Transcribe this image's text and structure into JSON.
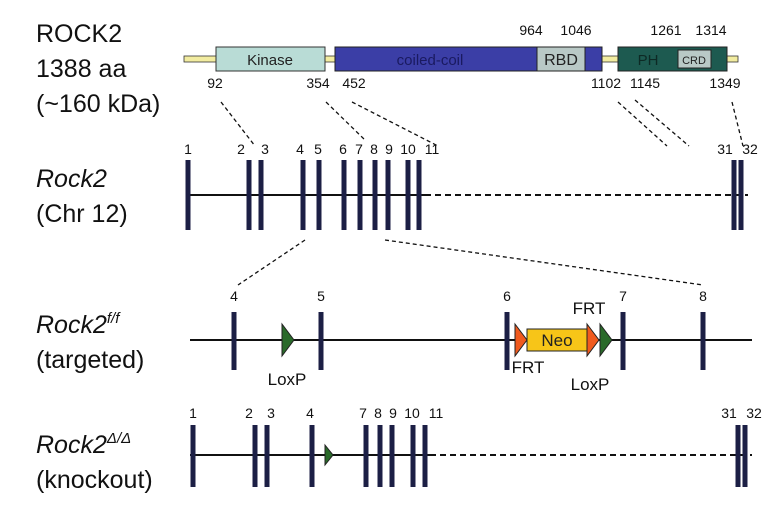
{
  "protein": {
    "name": "ROCK2",
    "length": "1388 aa",
    "mass": "(~160 kDa)",
    "domains": {
      "kinase": "Kinase",
      "coiled_coil": "coiled-coil",
      "rbd": "RBD",
      "ph": "PH",
      "crd": "CRD"
    },
    "positions_above": [
      "964",
      "1046",
      "1261",
      "1314"
    ],
    "positions_below": [
      "92",
      "354",
      "452",
      "1102",
      "1145",
      "1349"
    ],
    "colors": {
      "linker": "#f2eca0",
      "kinase": "#b9dcd6",
      "coiled_coil": "#3b3ea6",
      "rbd": "#b9c9c6",
      "ph": "#1d5a50",
      "crd": "#b9c9c6"
    }
  },
  "gene": {
    "name": "Rock2",
    "locus": "(Chr 12)",
    "exons": [
      "1",
      "2",
      "3",
      "4",
      "5",
      "6",
      "7",
      "8",
      "9",
      "10",
      "11",
      "31",
      "32"
    ]
  },
  "targeted": {
    "name": "Rock2",
    "superscript": "f/f",
    "desc": "(targeted)",
    "exons": [
      "4",
      "5",
      "6",
      "7",
      "8"
    ],
    "loxp1": "LoxP",
    "frt1": "FRT",
    "neo": "Neo",
    "frt2": "FRT",
    "loxp2": "LoxP",
    "colors": {
      "loxp": "#2a6a2a",
      "frt": "#f05a1e",
      "neo": "#f7c518"
    }
  },
  "knockout": {
    "name": "Rock2",
    "superscript": "Δ/Δ",
    "desc": "(knockout)",
    "exons": [
      "1",
      "2",
      "3",
      "4",
      "7",
      "8",
      "9",
      "10",
      "11",
      "31",
      "32"
    ]
  }
}
